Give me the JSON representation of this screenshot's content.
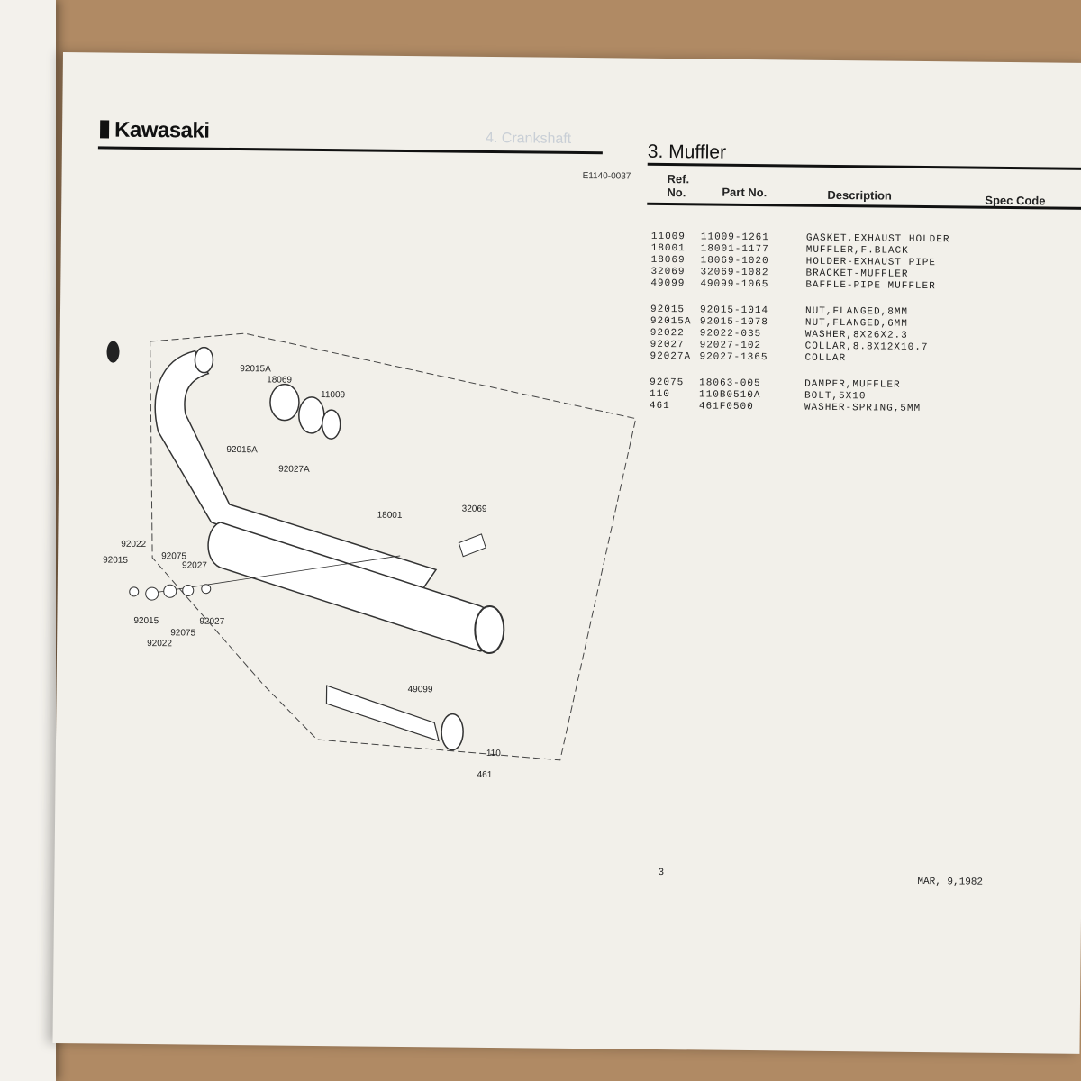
{
  "brand": "Kawasaki",
  "doc_code": "E1140-0037",
  "section_title": "3. Muffler",
  "ghost_title": "4. Crankshaft",
  "table": {
    "headers": {
      "ref_no": "Ref. No.",
      "part_no": "Part No.",
      "description": "Description",
      "spec_code": "Spec Code"
    },
    "groups": [
      [
        {
          "ref": "11009",
          "part": "11009-1261",
          "desc": "GASKET,EXHAUST HOLDER"
        },
        {
          "ref": "18001",
          "part": "18001-1177",
          "desc": "MUFFLER,F.BLACK"
        },
        {
          "ref": "18069",
          "part": "18069-1020",
          "desc": "HOLDER-EXHAUST PIPE"
        },
        {
          "ref": "32069",
          "part": "32069-1082",
          "desc": "BRACKET-MUFFLER"
        },
        {
          "ref": "49099",
          "part": "49099-1065",
          "desc": "BAFFLE-PIPE MUFFLER"
        }
      ],
      [
        {
          "ref": "92015",
          "part": "92015-1014",
          "desc": "NUT,FLANGED,8MM"
        },
        {
          "ref": "92015A",
          "part": "92015-1078",
          "desc": "NUT,FLANGED,6MM"
        },
        {
          "ref": "92022",
          "part": "92022-035",
          "desc": "WASHER,8X26X2.3"
        },
        {
          "ref": "92027",
          "part": "92027-102",
          "desc": "COLLAR,8.8X12X10.7"
        },
        {
          "ref": "92027A",
          "part": "92027-1365",
          "desc": "COLLAR"
        }
      ],
      [
        {
          "ref": "92075",
          "part": "18063-005",
          "desc": "DAMPER,MUFFLER"
        },
        {
          "ref": "110",
          "part": "110B0510A",
          "desc": "BOLT,5X10"
        },
        {
          "ref": "461",
          "part": "461F0500",
          "desc": "WASHER-SPRING,5MM"
        }
      ]
    ]
  },
  "diagram_labels": [
    "92015A",
    "18069",
    "11009",
    "92015A",
    "92027A",
    "18001",
    "32069",
    "92022",
    "92075",
    "92015",
    "92027",
    "92027",
    "92015",
    "92075",
    "92022",
    "49099",
    "110",
    "461"
  ],
  "footer": {
    "page": "3",
    "date": "MAR, 9,1982"
  }
}
